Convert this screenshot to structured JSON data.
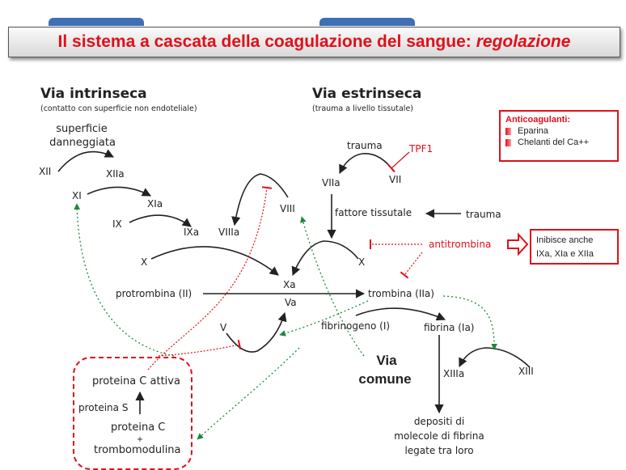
{
  "title": {
    "main": "Il sistema a cascata della coagulazione del sangue:",
    "emphasis": "regolazione"
  },
  "intrinsic": {
    "heading": "Via intrinseca",
    "subtitle": "(contatto con superficie non endoteliale)"
  },
  "extrinsic": {
    "heading": "Via estrinseca",
    "subtitle": "(trauma a livello tissutale)"
  },
  "common": {
    "line1": "Via",
    "line2": "comune"
  },
  "labels": {
    "superficie": "superficie",
    "danneggiata": "danneggiata",
    "XII": "XII",
    "XIIa": "XIIa",
    "XI": "XI",
    "XIa": "XIa",
    "IX": "IX",
    "IXa": "IXa",
    "VIIIa": "VIIIa",
    "VIII": "VIII",
    "X_left": "X",
    "Xa": "Xa",
    "Va": "Va",
    "V": "V",
    "protrombina": "protrombina (II)",
    "trombina": "trombina (IIa)",
    "fibrinogeno": "fibrinogeno (I)",
    "fibrina": "fibrina (Ia)",
    "XIIIa": "XIIIa",
    "XIII": "XIII",
    "depositi1": "depositi di",
    "depositi2": "molecole di fibrina",
    "depositi3": "legate tra loro",
    "trauma_top": "trauma",
    "TPF1": "TPF1",
    "VIIa": "VIIa",
    "VII": "VII",
    "fattore_tissutale": "fattore tissutale",
    "trauma_right": "trauma",
    "X_right": "X",
    "antitrombina": "antitrombina",
    "proteina_c_attiva": "proteina C attiva",
    "proteina_s": "proteina S",
    "proteina_c": "proteina C",
    "plus": "+",
    "trombomodulina": "trombomodulina"
  },
  "anticoagulanti": {
    "title": "Anticoagulanti:",
    "items": [
      "Eparina",
      "Chelanti del Ca++"
    ]
  },
  "inhibit": {
    "line1": "Inibisce anche",
    "line2": "IXa, XIa e XIIa"
  },
  "colors": {
    "accent_red": "#e0101a",
    "inhibit_green": "#1a8a3a",
    "arrow_black": "#222222",
    "header_tab": "#3f6fb5"
  }
}
